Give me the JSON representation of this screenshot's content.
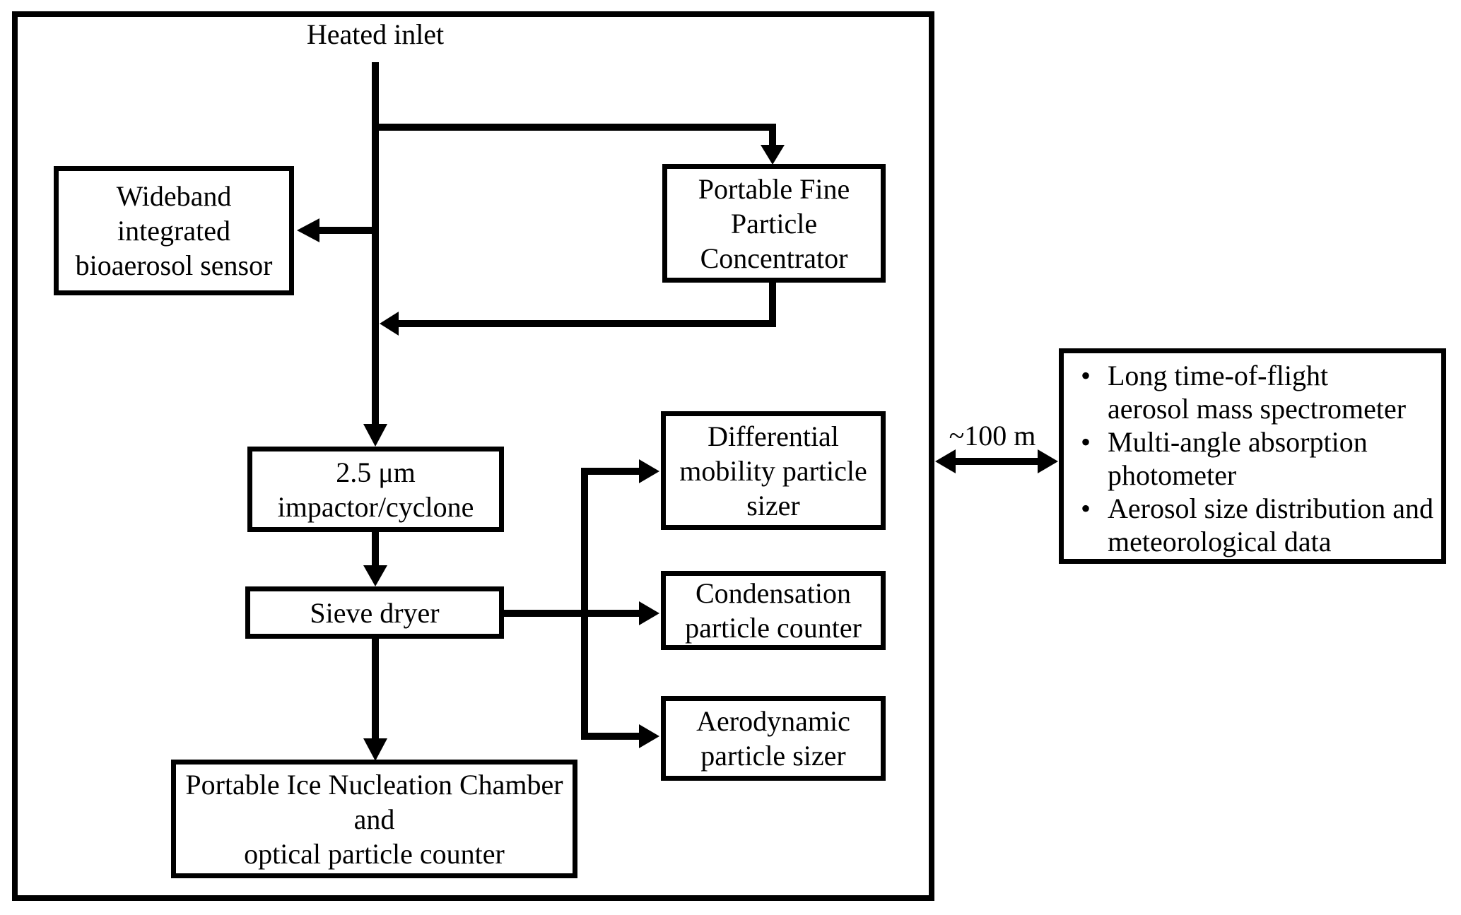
{
  "diagram": {
    "background": "#ffffff",
    "line_color": "#000000",
    "inlet_label": "Heated inlet",
    "distance_label": "~100 m",
    "bullet_glyph": "•",
    "nodes": {
      "wibs": {
        "label": "Wideband\nintegrated\nbioaerosol sensor"
      },
      "concentrator": {
        "label": "Portable Fine\nParticle\nConcentrator"
      },
      "impactor": {
        "label": "2.5 μm\nimpactor/cyclone"
      },
      "sieve_dryer": {
        "label": "Sieve dryer"
      },
      "dmps": {
        "label": "Differential\nmobility particle\nsizer"
      },
      "cpc": {
        "label": "Condensation\nparticle counter"
      },
      "aps": {
        "label": "Aerodynamic\nparticle sizer"
      },
      "pinc": {
        "label": "Portable Ice Nucleation Chamber\nand\noptical particle counter"
      }
    },
    "remote_station": {
      "items": [
        "Long time-of-flight\naerosol mass spectrometer",
        "Multi-angle absorption\nphotometer",
        "Aerosol size distribution and\nmeteorological data"
      ]
    }
  }
}
